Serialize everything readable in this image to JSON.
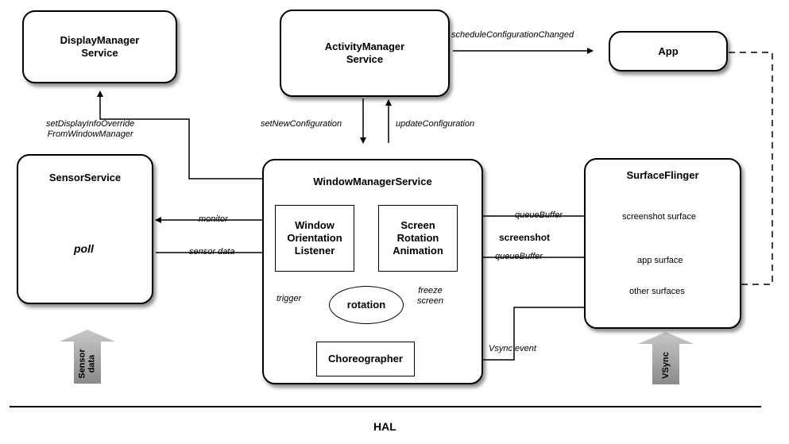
{
  "boxes": {
    "display_manager": "DisplayManager\nService",
    "activity_manager": "ActivityManager\nService",
    "app": "App",
    "sensor_service": "SensorService",
    "window_manager": "WindowManagerService",
    "surface_flinger": "SurfaceFlinger"
  },
  "inner": {
    "orientation_listener": "Window\nOrientation\nListener",
    "screen_rotation": "Screen\nRotation\nAnimation",
    "rotation": "rotation",
    "choreographer": "Choreographer",
    "poll": "poll"
  },
  "surfaces": [
    "screenshot surface",
    "app surface",
    "other surfaces"
  ],
  "labels": {
    "schedule_config": "scheduleConfigurationChanged",
    "set_display_info": "setDisplayInfoOverride\nFromWindowManager",
    "set_new_config": "setNewConfiguration",
    "update_config": "updateConfiguration",
    "monitor": "monitor",
    "sensor_data": "sensor data",
    "queue_buffer_top": "queueBuffer",
    "queue_buffer_bottom": "queueBuffer",
    "screenshot": "screenshot",
    "trigger": "trigger",
    "freeze_screen": "freeze\nscreen",
    "vsync_event": "Vsync event"
  },
  "hal_arrows": {
    "sensor": "Sensor\ndata",
    "vsync": "VSync"
  },
  "hal_label": "HAL"
}
